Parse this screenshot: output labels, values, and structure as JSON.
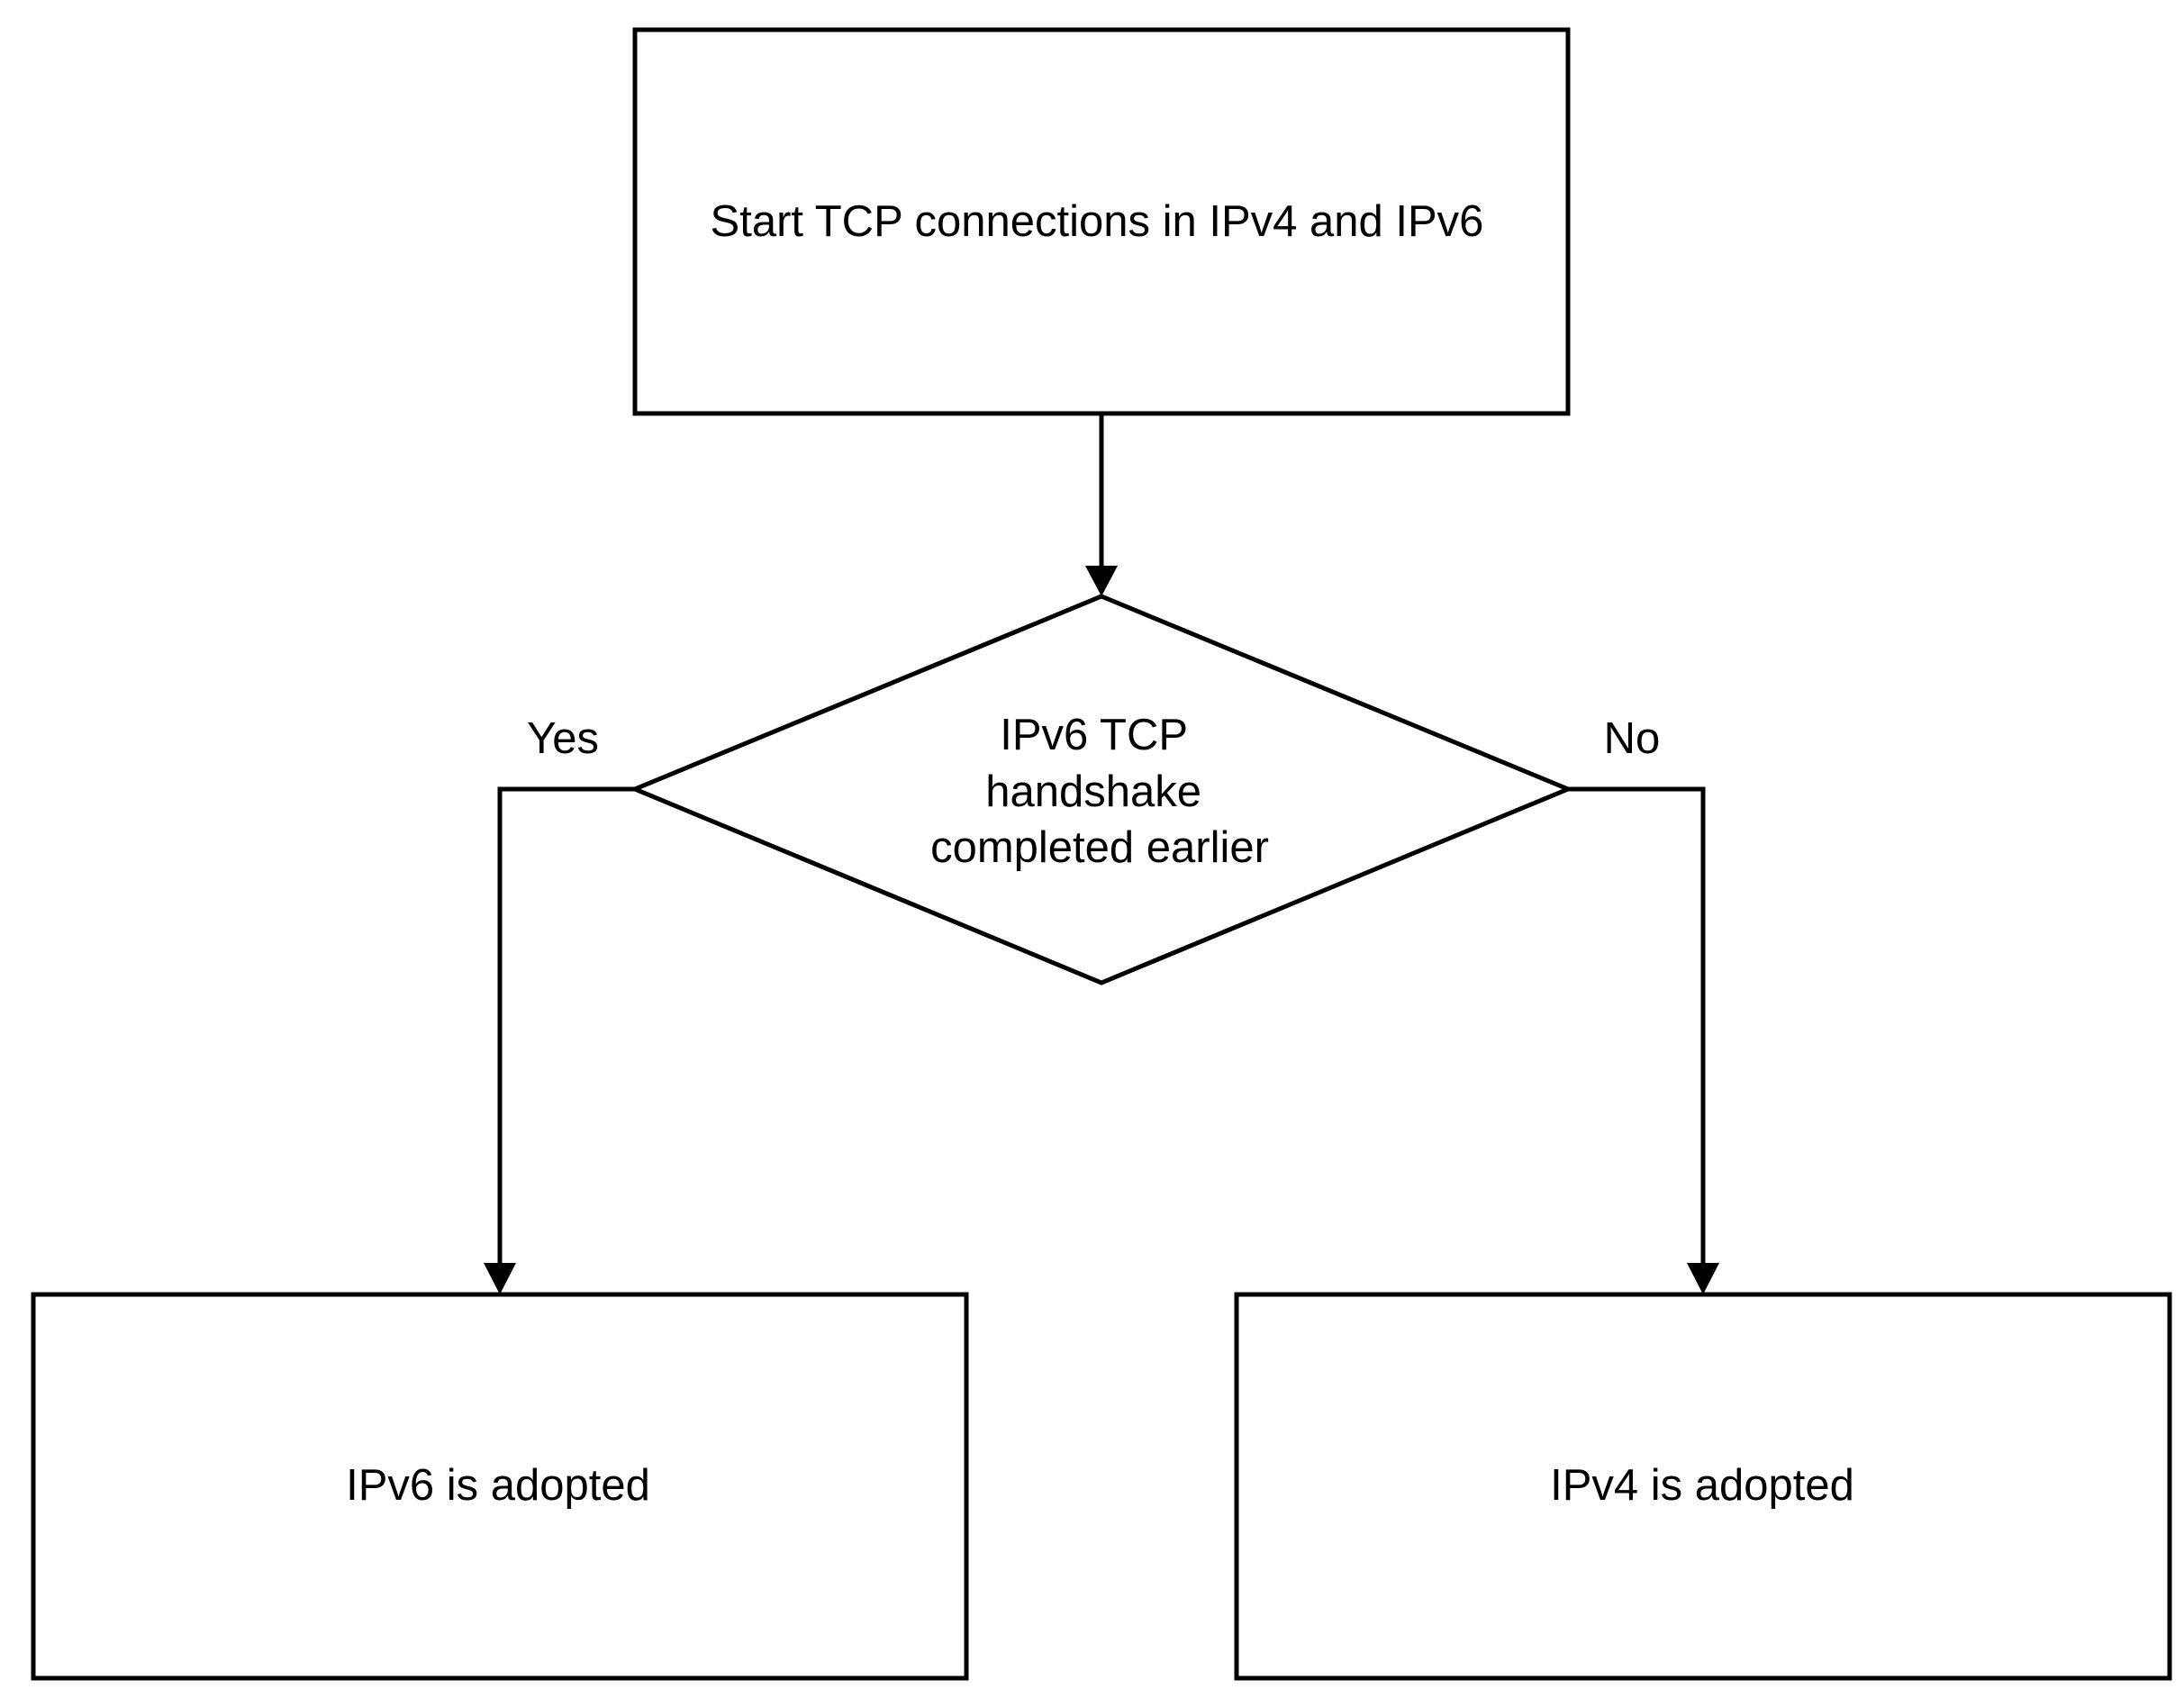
{
  "diagram": {
    "type": "flowchart",
    "nodes": {
      "start": {
        "shape": "rectangle",
        "label": "Start TCP connections in IPv4 and IPv6"
      },
      "decision": {
        "shape": "diamond",
        "lines": [
          "IPv6 TCP",
          "handshake",
          "completed earlier"
        ]
      },
      "ipv6": {
        "shape": "rectangle",
        "label": "IPv6 is adopted"
      },
      "ipv4": {
        "shape": "rectangle",
        "label": "IPv4 is adopted"
      }
    },
    "edges": {
      "start_to_decision": {
        "from": "start",
        "to": "decision",
        "label": ""
      },
      "yes": {
        "from": "decision",
        "to": "ipv6",
        "label": "Yes"
      },
      "no": {
        "from": "decision",
        "to": "ipv4",
        "label": "No"
      }
    },
    "colors": {
      "stroke": "#000000",
      "fill": "#ffffff",
      "text": "#000000"
    }
  }
}
